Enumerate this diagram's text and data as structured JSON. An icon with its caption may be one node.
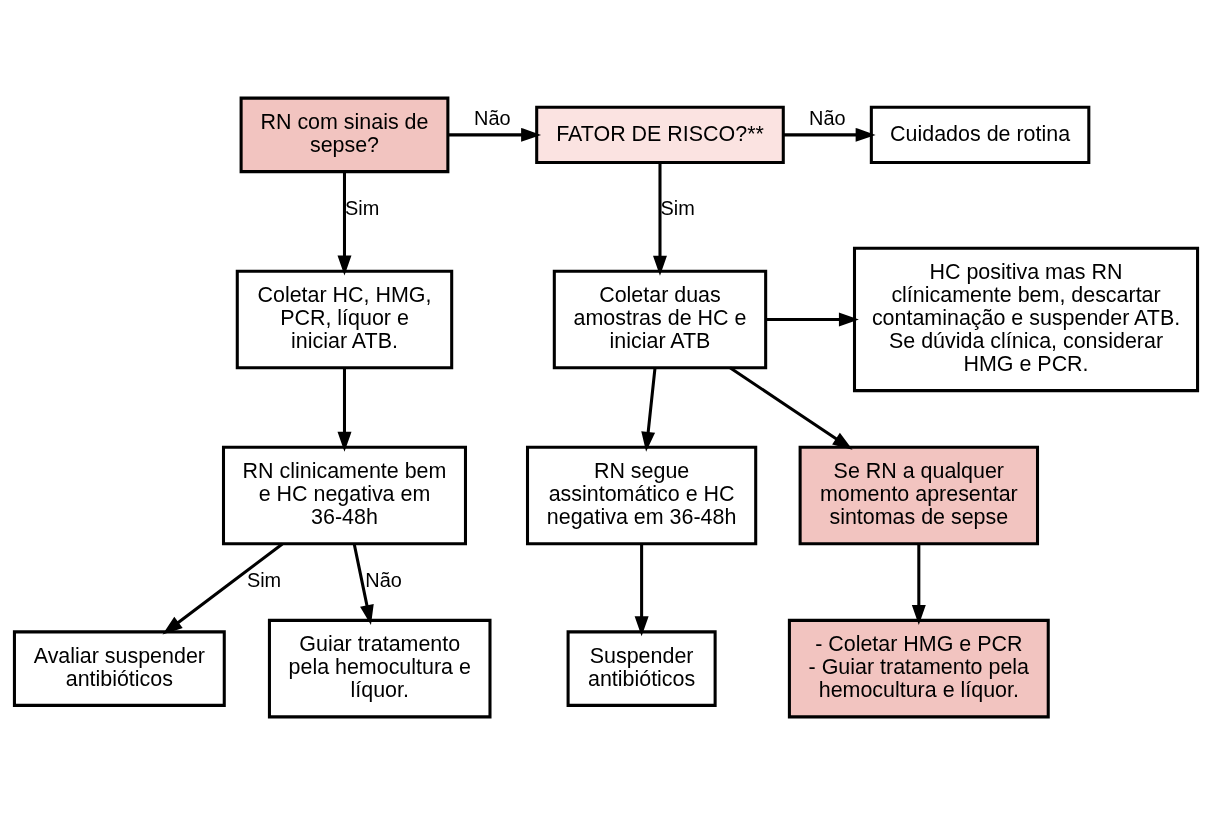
{
  "diagram": {
    "nodes": [
      {
        "text": [
          "RN com sinais de sepse?"
        ]
      },
      {
        "text": [
          "FATOR DE RISCO?**"
        ]
      },
      {
        "text": [
          "Cuidados de rotina"
        ]
      },
      {
        "text": [
          "Coletar HC, HMG, PCR, líquor e iniciar ATB."
        ]
      },
      {
        "text": [
          "Coletar duas amostras de HC e iniciar ATB"
        ]
      },
      {
        "text": [
          "HC positiva mas RN clínicamente bem, descartar contaminação e suspender ATB. Se dúvida clínica, considerar HMG e PCR."
        ]
      },
      {
        "text": [
          "RN clinicamente bem e HC negativa em 36-48h"
        ]
      },
      {
        "text": [
          "RN segue assintomático e HC negativa em 36-48h"
        ]
      },
      {
        "text": [
          "Se RN a qualquer momento apresentar sintomas de sepse"
        ]
      },
      {
        "text": [
          "Suspender antibióticos"
        ]
      },
      {
        "text": [
          "- Coletar HMG e PCR",
          "- Guiar tratamento pela hemocultura e líquor."
        ]
      },
      {
        "text": [
          "Avaliar suspender antibióticos"
        ]
      },
      {
        "text": [
          "Guiar tratamento pela hemocultura e líquor."
        ]
      }
    ],
    "edges": [
      {
        "from": 0,
        "to": 1,
        "arrow": "to",
        "label": "Não"
      },
      {
        "from": 1,
        "to": 2,
        "arrow": "to",
        "label": "Não"
      },
      {
        "from": 0,
        "to": 3,
        "arrow": "to",
        "label": "Sim"
      },
      {
        "from": 1,
        "to": 4,
        "arrow": "to",
        "label": "Sim"
      },
      {
        "from": 4,
        "to": 5,
        "arrow": "to"
      },
      {
        "from": 3,
        "to": 6,
        "arrow": "to"
      },
      {
        "from": 4,
        "to": 7,
        "arrow": "to"
      },
      {
        "from": 4,
        "to": 8,
        "arrow": "to"
      },
      {
        "from": 8,
        "to": 10,
        "arrow": "to"
      },
      {
        "from": 7,
        "to": 9,
        "arrow": "to"
      },
      {
        "from": 6,
        "to": 11,
        "arrow": "to",
        "label": "Sim"
      },
      {
        "from": 6,
        "to": 12,
        "arrow": "to",
        "label": "Não"
      }
    ]
  }
}
